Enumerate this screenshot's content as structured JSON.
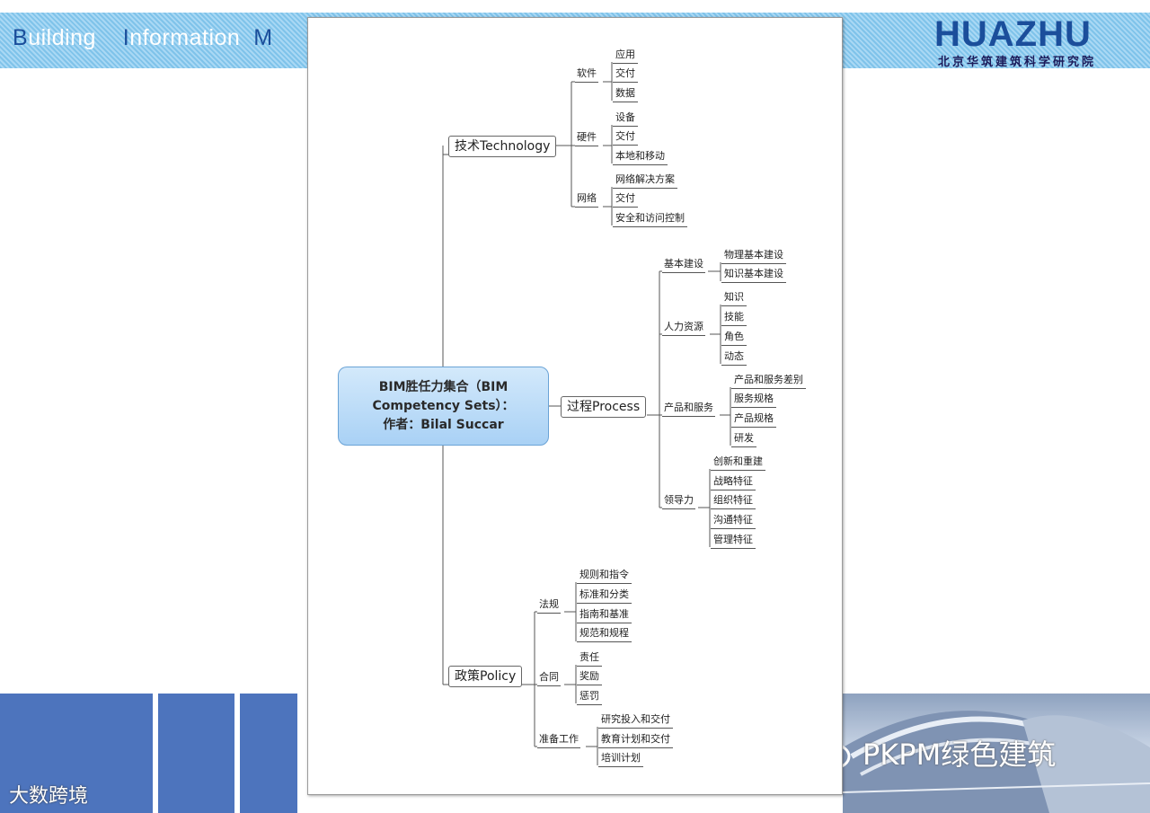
{
  "header": {
    "title_segments": [
      {
        "cap": "B",
        "rest": "uilding    "
      },
      {
        "cap": "I",
        "rest": "nformation  "
      },
      {
        "cap": "M",
        "rest": ""
      }
    ],
    "logo_text": "HUAZHU",
    "logo_subtitle": "北京华筑建筑科学研究院"
  },
  "footer": {
    "wechat_account": "PKPM绿色建筑",
    "watermark": "大数跨境"
  },
  "colors": {
    "header_stripe": "#7fc3ea",
    "brand_blue": "#1b4e9b",
    "footer_blue": "#4d74bd",
    "root_fill": "#a9d1f5"
  },
  "mindmap": {
    "root": {
      "line1": "BIM胜任力集合（BIM",
      "line2": "Competency Sets）：",
      "line3": "作者：Bilal  Succar"
    },
    "branches": [
      {
        "label": "技术Technology",
        "groups": [
          {
            "label": "软件",
            "items": [
              "应用",
              "交付",
              "数据"
            ]
          },
          {
            "label": "硬件",
            "items": [
              "设备",
              "交付",
              "本地和移动"
            ]
          },
          {
            "label": "网络",
            "items": [
              "网络解决方案",
              "交付",
              "安全和访问控制"
            ]
          }
        ]
      },
      {
        "label": "过程Process",
        "groups": [
          {
            "label": "基本建设",
            "items": [
              "物理基本建设",
              "知识基本建设"
            ]
          },
          {
            "label": "人力资源",
            "items": [
              "知识",
              "技能",
              "角色",
              "动态"
            ]
          },
          {
            "label": "产品和服务",
            "items": [
              "产品和服务差别",
              "服务规格",
              "产品规格",
              "研发"
            ]
          },
          {
            "label": "领导力",
            "items": [
              "创新和重建",
              "战略特征",
              "组织特征",
              "沟通特征",
              "管理特征"
            ]
          }
        ]
      },
      {
        "label": "政策Policy",
        "groups": [
          {
            "label": "法规",
            "items": [
              "规则和指令",
              "标准和分类",
              "指南和基准",
              "规范和规程"
            ]
          },
          {
            "label": "合同",
            "items": [
              "责任",
              "奖励",
              "惩罚"
            ]
          },
          {
            "label": "准备工作",
            "items": [
              "研究投入和交付",
              "教育计划和交付",
              "培训计划"
            ]
          }
        ]
      }
    ]
  }
}
